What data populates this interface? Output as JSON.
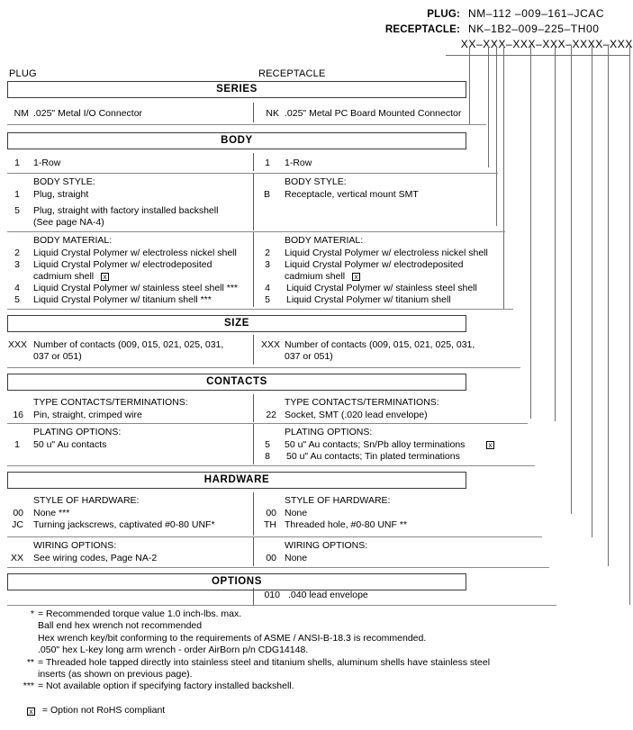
{
  "header": {
    "rows": [
      {
        "label": "PLUG:",
        "value": "NM–112 –009–161–JCAC"
      },
      {
        "label": "RECEPTACLE:",
        "value": "NK–1B2–009–225–TH00"
      },
      {
        "label": "",
        "value": "XX–XXX–XXX–XXX–XXXX–XXX"
      }
    ]
  },
  "columns": {
    "plug": "PLUG",
    "receptacle": "RECEPTACLE"
  },
  "sections": [
    {
      "title": "SERIES"
    },
    {
      "title": "BODY"
    },
    {
      "title": "SIZE"
    },
    {
      "title": "CONTACTS"
    },
    {
      "title": "HARDWARE"
    },
    {
      "title": "OPTIONS"
    }
  ],
  "series": {
    "plug": {
      "code": "NM",
      "desc": ".025\" Metal I/O Connector"
    },
    "receptacle": {
      "code": "NK",
      "desc": ".025\" Metal PC Board Mounted Connector"
    }
  },
  "body_rows": {
    "plug": {
      "code": "1",
      "desc": "1-Row"
    },
    "receptacle": {
      "code": "1",
      "desc": "1-Row"
    }
  },
  "body_style": {
    "heading": "BODY STYLE:",
    "plug": [
      {
        "code": "1",
        "desc": "Plug, straight"
      },
      {
        "code": "5",
        "desc": "Plug, straight with factory installed backshell"
      },
      {
        "code": "",
        "desc": "(See page NA-4)"
      }
    ],
    "receptacle": [
      {
        "code": "B",
        "desc": "Receptacle, vertical mount SMT"
      }
    ]
  },
  "body_material": {
    "heading": "BODY MATERIAL:",
    "plug": [
      {
        "code": "2",
        "desc": "Liquid Crystal Polymer w/ electroless nickel shell",
        "rohs": false
      },
      {
        "code": "3",
        "desc": "Liquid Crystal Polymer w/ electrodeposited",
        "rohs": false
      },
      {
        "code": "",
        "desc": "cadmium shell",
        "rohs": true
      },
      {
        "code": "4",
        "desc": "Liquid Crystal Polymer w/ stainless steel shell ***",
        "rohs": false
      },
      {
        "code": "5",
        "desc": "Liquid Crystal Polymer w/ titanium shell ***",
        "rohs": false
      }
    ],
    "receptacle": [
      {
        "code": "2",
        "desc": "Liquid Crystal Polymer w/ electroless nickel shell",
        "rohs": false
      },
      {
        "code": "3",
        "desc": "Liquid Crystal Polymer w/ electrodeposited",
        "rohs": false
      },
      {
        "code": "",
        "desc": "cadmium shell",
        "rohs": true
      },
      {
        "code": "4",
        "desc": "Liquid Crystal Polymer w/ stainless steel shell",
        "rohs": false
      },
      {
        "code": "5",
        "desc": "Liquid Crystal Polymer w/ titanium shell",
        "rohs": false
      }
    ]
  },
  "size": {
    "plug": [
      {
        "code": "XXX",
        "desc": "Number of contacts (009, 015, 021, 025, 031,"
      },
      {
        "code": "",
        "desc": "037 or 051)"
      }
    ],
    "receptacle": [
      {
        "code": "XXX",
        "desc": "Number of contacts (009, 015, 021, 025, 031,"
      },
      {
        "code": "",
        "desc": "037 or 051)"
      }
    ]
  },
  "contacts_type": {
    "heading": "TYPE CONTACTS/TERMINATIONS:",
    "plug": [
      {
        "code": "16",
        "desc": "Pin, straight, crimped wire"
      }
    ],
    "receptacle": [
      {
        "code": "22",
        "desc": "Socket, SMT (.020 lead envelope)"
      }
    ]
  },
  "plating": {
    "heading": "PLATING OPTIONS:",
    "plug": [
      {
        "code": "1",
        "desc": "50 u\" Au contacts",
        "rohs": false
      }
    ],
    "receptacle": [
      {
        "code": "5",
        "desc": "50 u\" Au contacts; Sn/Pb alloy terminations",
        "rohs": true
      },
      {
        "code": "8",
        "desc": "50 u\" Au contacts; Tin plated terminations",
        "rohs": false
      }
    ]
  },
  "hardware_style": {
    "heading": "STYLE OF HARDWARE:",
    "plug": [
      {
        "code": "00",
        "desc": "None  ***"
      },
      {
        "code": "JC",
        "desc": "Turning jackscrews, captivated #0-80 UNF*"
      }
    ],
    "receptacle": [
      {
        "code": "00",
        "desc": "None"
      },
      {
        "code": "TH",
        "desc": "Threaded hole, #0-80 UNF  **"
      }
    ]
  },
  "wiring": {
    "heading": "WIRING OPTIONS:",
    "plug": [
      {
        "code": "XX",
        "desc": "See wiring codes, Page NA-2"
      }
    ],
    "receptacle": [
      {
        "code": "00",
        "desc": "None"
      }
    ]
  },
  "options": {
    "plug": [],
    "receptacle": [
      {
        "code": "010",
        "desc": ".040 lead envelope"
      }
    ]
  },
  "footnotes": [
    {
      "mark": "*",
      "lines": [
        "= Recommended torque value 1.0 inch-lbs. max.",
        "Ball end hex wrench not recommended",
        "Hex wrench key/bit conforming to the requirements of ASME / ANSI-B-18.3 is recommended.",
        ".050\" hex L-key long arm wrench - order AirBorn p/n CDG14148."
      ]
    },
    {
      "mark": "**",
      "lines": [
        "= Threaded hole tapped directly into stainless steel and titanium shells, aluminum shells have stainless steel",
        "inserts (as shown on previous page)."
      ]
    },
    {
      "mark": "***",
      "lines": [
        "= Not available option if specifying factory installed backshell."
      ]
    }
  ],
  "rohs_legend": "= Option not RoHS compliant",
  "colors": {
    "text": "#000000",
    "box_border": "#3a3a3a",
    "rule": "#8a8a8a",
    "bracket": "#6e6e6e"
  }
}
